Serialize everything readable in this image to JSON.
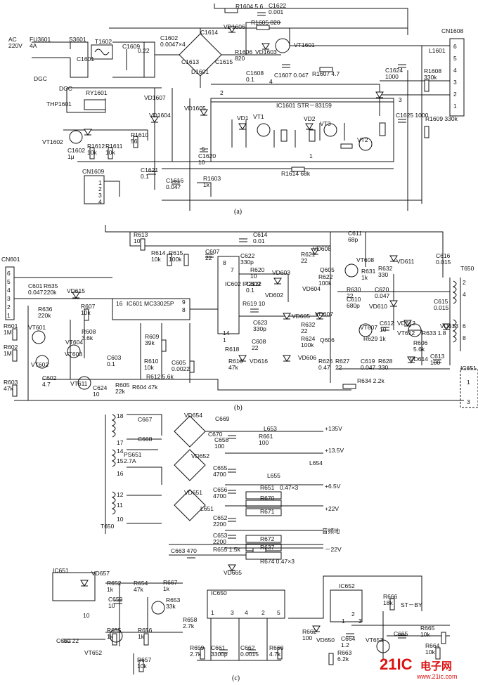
{
  "captions": {
    "a": "(a)",
    "b": "(b)",
    "c": "(c)"
  },
  "circuit_a": {
    "ac_input": "AC\n220V",
    "fuse": "FU3601\n4A",
    "switch": "S3601",
    "t1602": "T1602",
    "c1601": "C1601",
    "c1609": "C1609",
    "c1609_val": "0.22",
    "c1602": "C1602\n0.0047×4",
    "c1614": "C1614",
    "c1613": "C1613",
    "c1615": "C1615",
    "d1601": "D1601",
    "r1604": "R1604 5.6",
    "c1622": "C1622\n0.001",
    "vd1606": "VD1606",
    "r1605": "R1605 820",
    "r1606": "R1606\n820",
    "vd1603": "VD1603",
    "vt1601": "VT1601",
    "cn1608": "CN1608",
    "cn1608_pins": [
      "6",
      "5",
      "4",
      "3",
      "2",
      "1"
    ],
    "l1601": "L1601",
    "r1608": "R1608\n330k",
    "r1609": "R1609 330k",
    "c1624": "C1624\n1000",
    "c1625": "C1625 1000",
    "c1608": "C1608\n0.1",
    "c1607": "C1607 0.047",
    "r1607": "R1607 4.7",
    "dgc1": "DGC",
    "dgc2": "DGC",
    "ry1601": "RY1601",
    "thp1601": "THP1601",
    "vd1607": "VD1607",
    "vd1604": "VD1604",
    "vd1605": "VD1605",
    "ic1601": "IC1601 STR－83159",
    "vd1": "VD1",
    "vt1": "VT1",
    "vd2": "VD2",
    "vt3": "VT3",
    "vt2": "VT2",
    "vt1602": "VT1602",
    "r1610": "R1610\n56",
    "c1602b": "C1602\n1μ",
    "r1612": "R1612\n10k",
    "r1611": "R1611\n10k",
    "cn1609": "CN1609",
    "cn1609_pins": [
      "1",
      "2",
      "3",
      "4"
    ],
    "c1620": "C1620\n10",
    "c1621": "C1621\n0.1",
    "r1614": "R1614 68k",
    "c1616": "C1616\n0.047",
    "r1603": "R1603\n1k",
    "pin_labels_ic": [
      "2",
      "4",
      "3",
      "5",
      "1"
    ]
  },
  "circuit_b": {
    "cn601": "CN601",
    "cn601_pins": [
      "6",
      "5",
      "4",
      "3",
      "2",
      "1"
    ],
    "c601": "C601\n0.047",
    "r635": "R635\n220k",
    "vd615": "VD615",
    "r607": "R607\n10k",
    "r636": "R636\n220k",
    "r601": "R601\n1M",
    "r602": "R602\n1M",
    "vt601": "VT601",
    "vt604": "VT604",
    "vt603": "VT603",
    "vt602": "VT602",
    "r603": "R603\n47k",
    "c602": "C602\n4.7",
    "vt611": "VT611",
    "c624": "C624\n10",
    "r605": "R605\n22k",
    "r604": "R604 47k",
    "r608": "R608\n3.6k",
    "r613": "R613\n10",
    "r614": "R614\n10k",
    "r615": "R615\n100k",
    "c607": "C607\n22",
    "ic601": "IC601 MC33025P",
    "ic601_pins": [
      "16",
      "9",
      "8"
    ],
    "r609": "R609\n39k",
    "c603": "C603\n0.1",
    "r610": "R610\n10k",
    "c605": "C605\n0.0022",
    "r612": "R612 5.6k",
    "ic602": "IC602 IR2112",
    "ic602_pins": [
      "8",
      "7",
      "14",
      "1"
    ],
    "c614": "C614\n0.01",
    "c622": "C622\n330p",
    "r620": "R620\n10",
    "c609": "C609\n0.1",
    "vd603": "VD603",
    "vd602": "VD602",
    "r619": "R619 10",
    "c623": "C623\n330p",
    "r618": "R618",
    "r616": "R616\n47k",
    "vd616": "VD616",
    "c608": "C608\n22",
    "r621": "R621\n22",
    "vd608": "VD608",
    "q605": "Q605",
    "r622": "R622\n100k",
    "vd604": "VD604",
    "vd605": "VD605",
    "r632": "R632\n22",
    "vd607": "VD607",
    "r624": "R624\n100k",
    "q606": "Q606",
    "vd606": "VD606",
    "r626": "R626\n0.47",
    "r627": "R627\n22",
    "c611": "C611\n68p",
    "vt608": "VT608",
    "r631": "R631\n1k",
    "r632b": "R632\n330",
    "vd611": "VD611",
    "r630": "R630\n22",
    "c620": "C620\n0.047",
    "c610": "C610\n680p",
    "vd610": "VD610",
    "vt607": "VT607",
    "r629": "R629 1k",
    "c612": "C612\n10",
    "c619": "C619\n0.047",
    "r628": "R628\n330",
    "vd612": "VD612",
    "vt612": "VT612",
    "r633": "R633 1.8",
    "vd613": "VD613",
    "r606": "R606\n5.6k",
    "vd614": "VD614",
    "c613": "C613\n100",
    "r634": "R634 2.2k",
    "c616": "C616\n0.015",
    "c615": "C615\n0.015",
    "t650": "T650",
    "t650_pins": [
      "2",
      "4",
      "6",
      "8"
    ],
    "ic651": "IC651",
    "ic651_pins": [
      "1",
      "3"
    ]
  },
  "circuit_c": {
    "pins_top": [
      "18",
      "17",
      "14",
      "15",
      "16",
      "12",
      "11",
      "10"
    ],
    "c667": "C667",
    "c668": "C668",
    "vd654": "VD654",
    "c669": "C669",
    "c670": "C670",
    "c658": "C658\n100",
    "l653": "L653",
    "r661": "R661\n100",
    "v135": "+135V",
    "ps651": "PS651\n2.7A",
    "vd652": "VD652",
    "v13_5": "+13.5V",
    "c655": "C655\n4700",
    "l654": "L654",
    "l655": "L655",
    "r651": "R651",
    "r651_val": "0.47×3",
    "r670": "R670",
    "r671": "R671",
    "v6_5": "+6.5V",
    "c656": "C656\n4700",
    "vd651": "VD651",
    "l651": "L651",
    "v22": "+22V",
    "c652": "C652\n2200",
    "c653": "C653\n2200",
    "audio_gnd": "音频地",
    "r672": "R672",
    "r637": "R637",
    "r674": "R674 0.47×3",
    "v_22": "－22V",
    "t650": "T650",
    "c663": "C663 470",
    "r655": "R655 1.5k",
    "vd665": "VD665",
    "ic651": "IC651",
    "vd657": "VD657",
    "r652": "R652\n1k",
    "r654": "R654\n47k",
    "r667": "R667\n1k",
    "c659": "C659\n10",
    "r653": "R653\n33k",
    "ic650": "IC650",
    "ic650_pins": [
      "1",
      "3",
      "4",
      "2",
      "5"
    ],
    "ic652": "IC652",
    "ic652_pins": [
      "1",
      "2",
      "3"
    ],
    "r666": "R666\n18k",
    "st_by": "ST－BY",
    "r658": "R658\n2.7k",
    "r655b": "R655\n1k",
    "r656": "R656\n1k",
    "r662": "R662\n100",
    "vd650": "VD650",
    "c664": "C664\n1.2",
    "r665": "R665\n10k",
    "vt653": "VT653",
    "c665": "C665",
    "c660": "C660 22",
    "vt652": "VT652",
    "r657": "R657\n10k",
    "r659": "R659\n2.7k",
    "c661": "C661\n3300p",
    "c662": "C662\n0.0015",
    "r660": "R660\n4.7k",
    "r663": "R663\n6.2k",
    "r664": "R664\n10k",
    "num10": "10"
  },
  "watermark": {
    "brand": "21IC",
    "cn": "电子网",
    "url": "www.21ic.com"
  }
}
